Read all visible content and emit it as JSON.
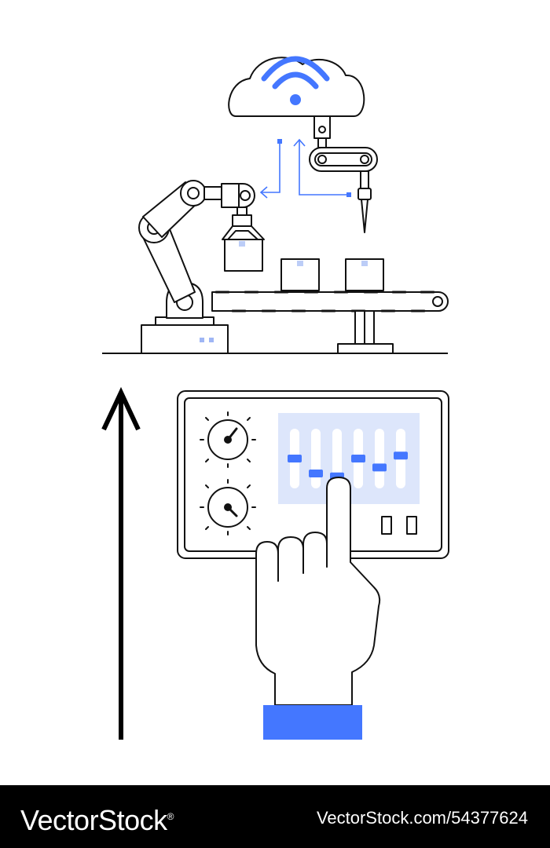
{
  "colors": {
    "accent": "#4477ff",
    "accent_light": "#dde6fb",
    "stroke": "#111111",
    "footer_bg": "#000000",
    "footer_text": "#ffffff"
  },
  "icons": {
    "cloud": "cloud-wifi-icon",
    "robot_arm": "robotic-arm-icon",
    "conveyor": "conveyor-belt-icon",
    "control_panel": "control-panel-icon",
    "hand": "pointing-hand-icon",
    "arrow": "up-arrow-icon"
  },
  "control_panel": {
    "slider_levels": [
      0.5,
      0.25,
      0.2,
      0.5,
      0.35,
      0.55
    ]
  },
  "footer": {
    "logo": "VectorStock",
    "logo_mark": "®",
    "image_id": "VectorStock.com/54377624"
  }
}
